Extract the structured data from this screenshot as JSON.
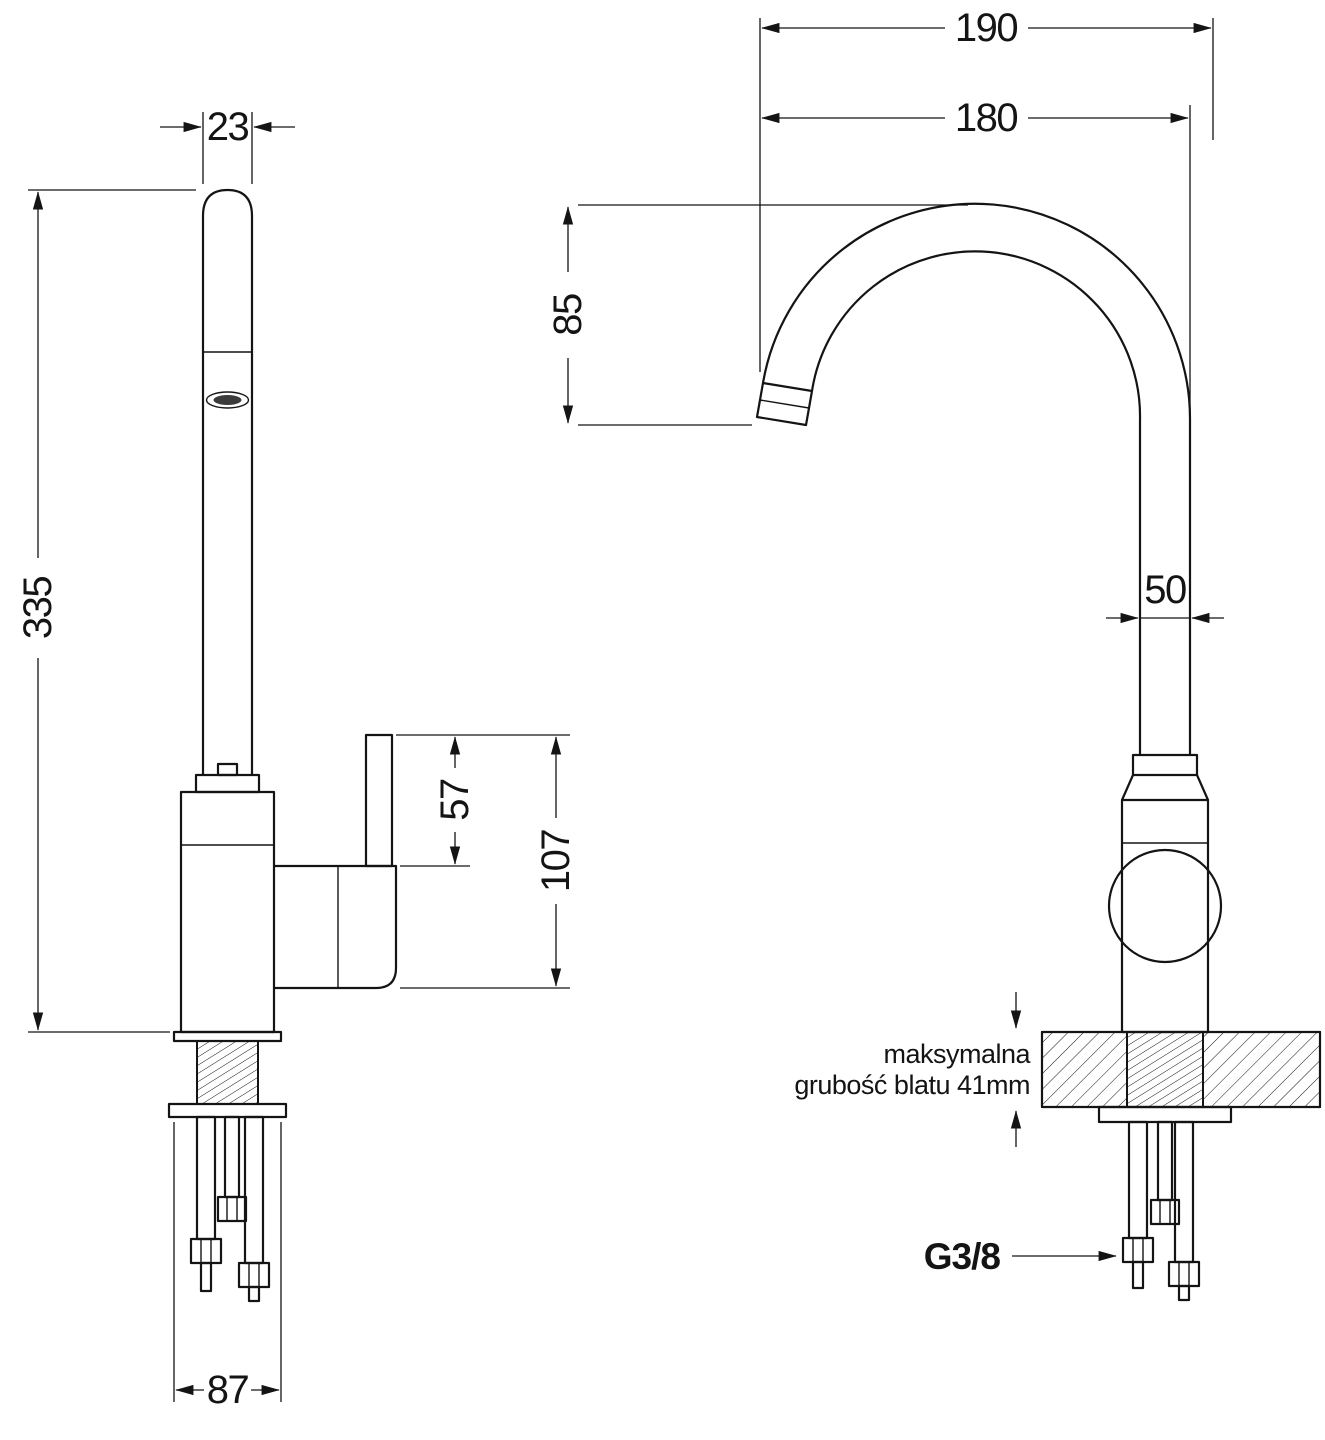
{
  "drawing": {
    "side_view": {
      "spout_width": "23",
      "total_height": "335",
      "handle_height": "57",
      "body_height": "107",
      "base_width": "87"
    },
    "front_view": {
      "overall_width": "190",
      "spout_reach": "180",
      "spout_drop": "85",
      "pipe_width": "50",
      "counter_note_line1": "maksymalna",
      "counter_note_line2": "grubość blatu 41mm",
      "thread_size": "G3/8"
    },
    "colors": {
      "line": "#141414",
      "background": "#ffffff"
    }
  }
}
